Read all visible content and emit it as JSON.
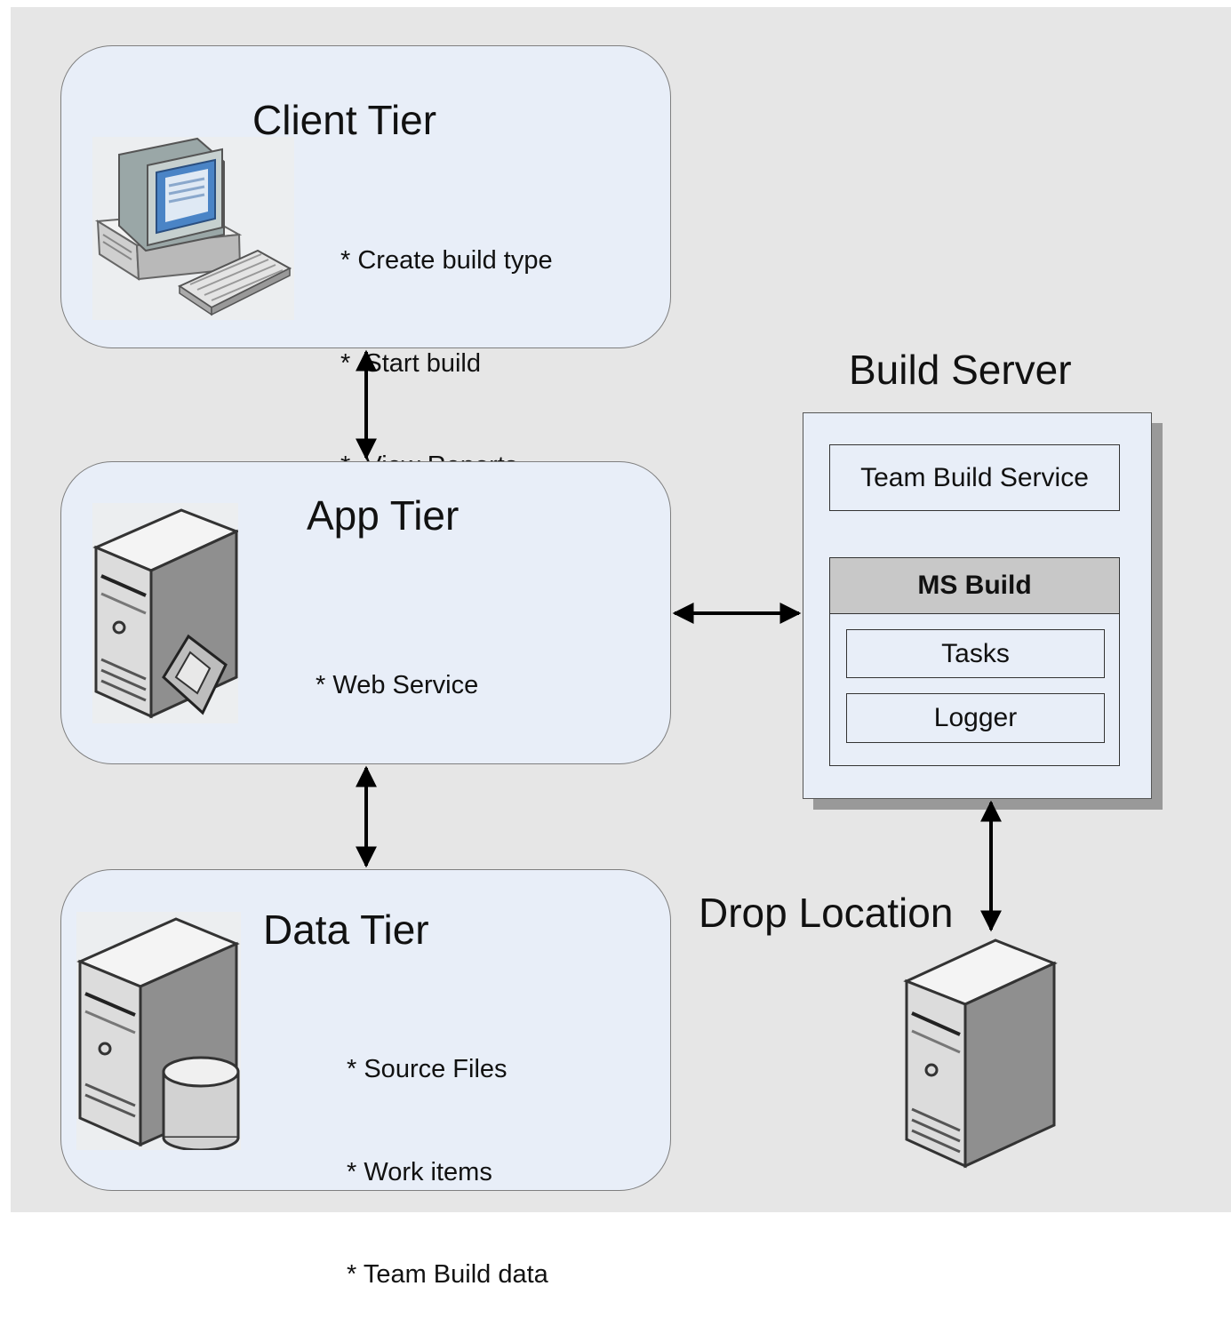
{
  "client_tier": {
    "title": "Client Tier",
    "items": [
      "* Create build type",
      "*  Start build",
      "*  View Reports"
    ],
    "icon": "desktop-computer-icon"
  },
  "app_tier": {
    "title": "App Tier",
    "items": [
      "* Web Service"
    ],
    "icon": "web-server-icon"
  },
  "data_tier": {
    "title": "Data Tier",
    "items": [
      "* Source Files",
      "* Work items",
      "* Team Build data"
    ],
    "icon": "database-server-icon"
  },
  "build_server": {
    "title": "Build Server",
    "service": "Team Build Service",
    "msbuild": {
      "title": "MS Build",
      "tasks": "Tasks",
      "logger": "Logger"
    }
  },
  "drop_location": {
    "title": "Drop Location",
    "icon": "server-icon"
  },
  "colors": {
    "background": "#e6e6e6",
    "tier_fill": "#e8eef8",
    "msbuild_header": "#c8c8c8",
    "shadow": "#999999"
  }
}
